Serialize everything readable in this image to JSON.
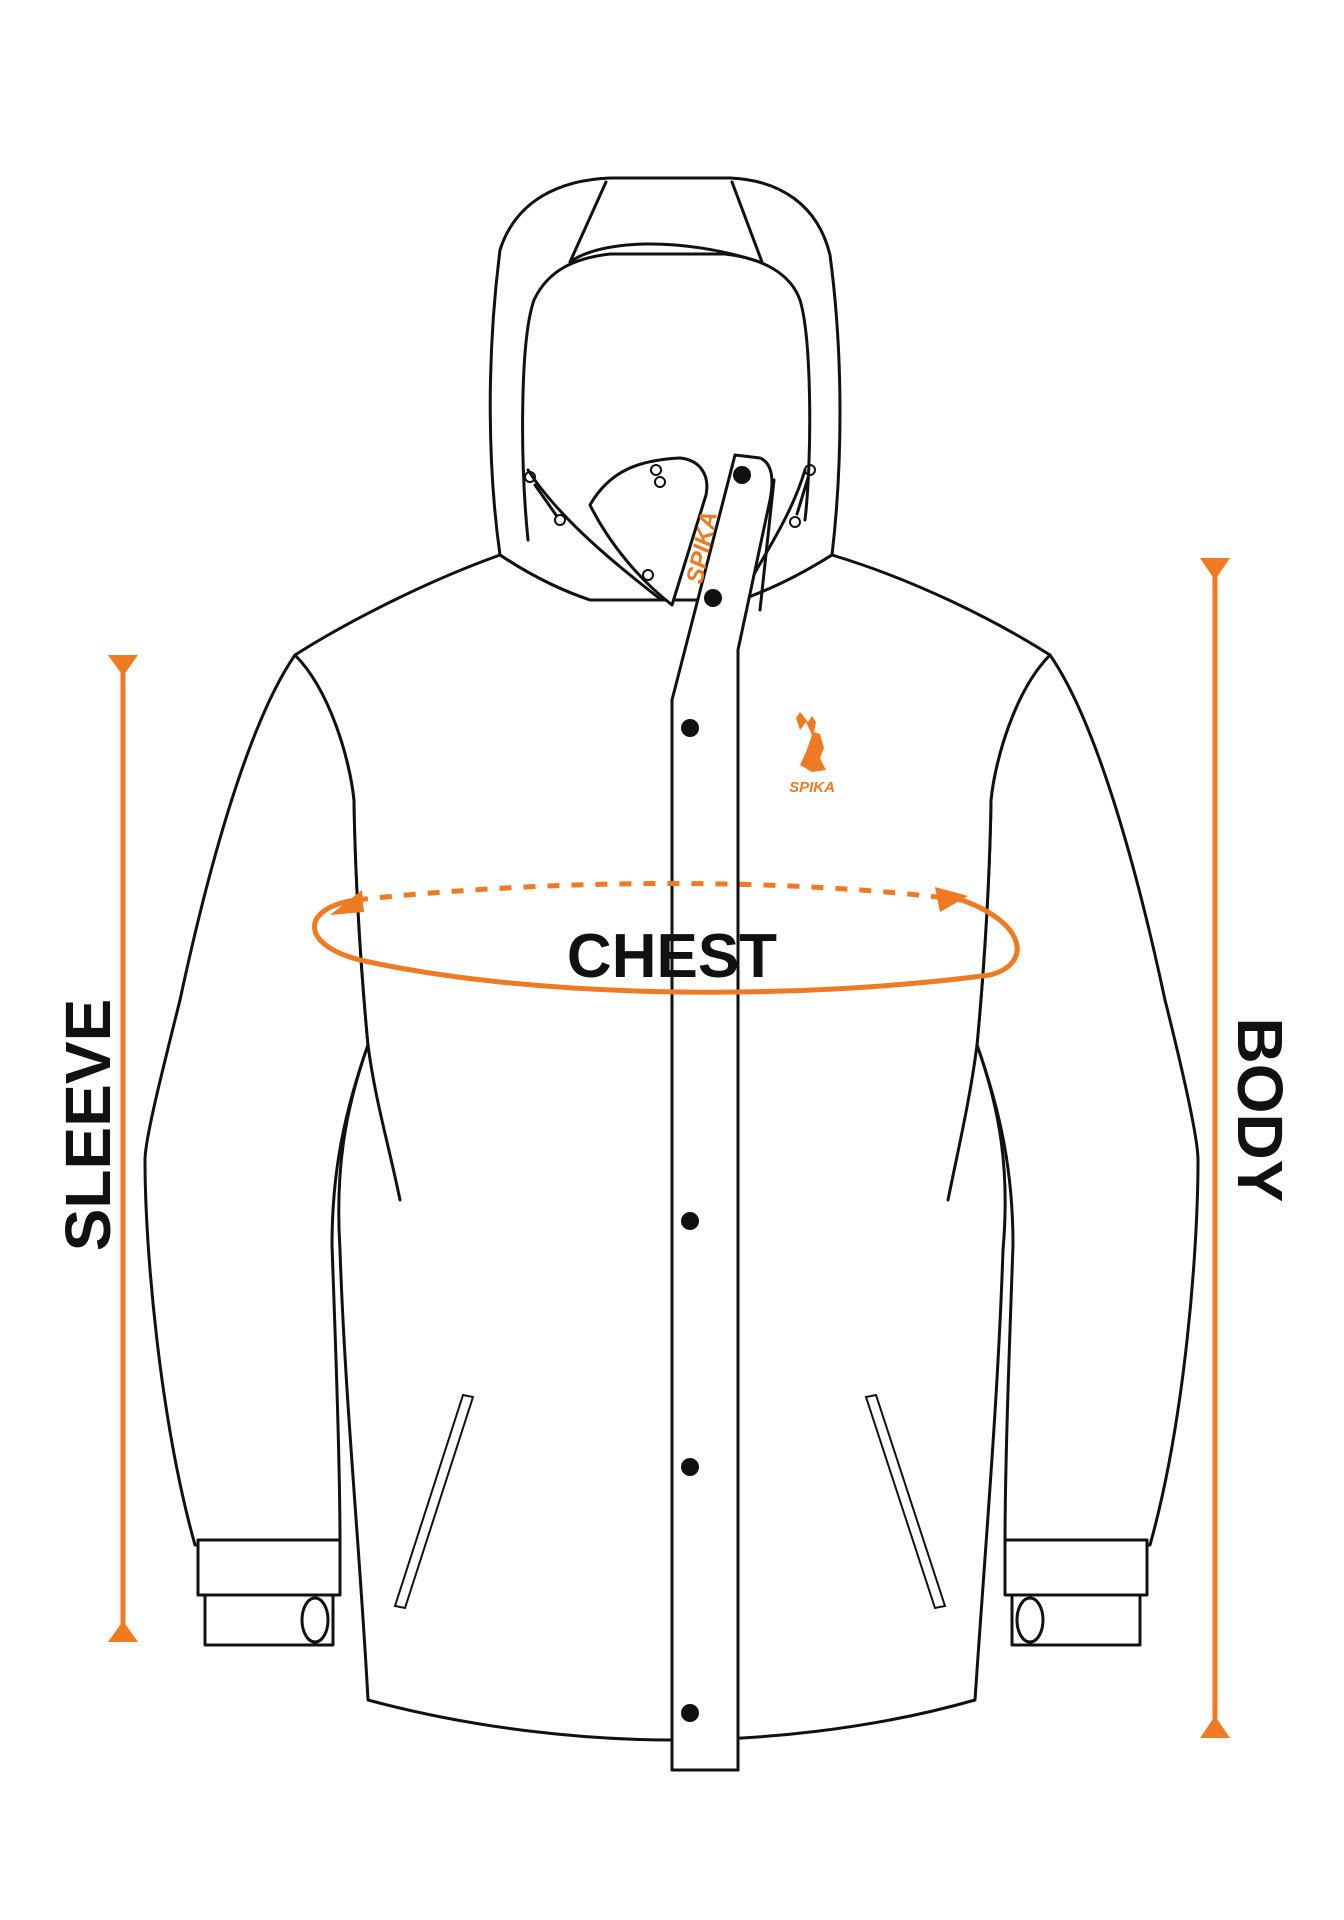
{
  "labels": {
    "chest": "CHEST",
    "sleeve": "SLEEVE",
    "body": "BODY"
  },
  "brand": {
    "collar_text": "SPIKA",
    "logo_text": "SPIKA"
  },
  "colors": {
    "accent": "#F07A22",
    "outline": "#111111",
    "background": "#ffffff"
  }
}
